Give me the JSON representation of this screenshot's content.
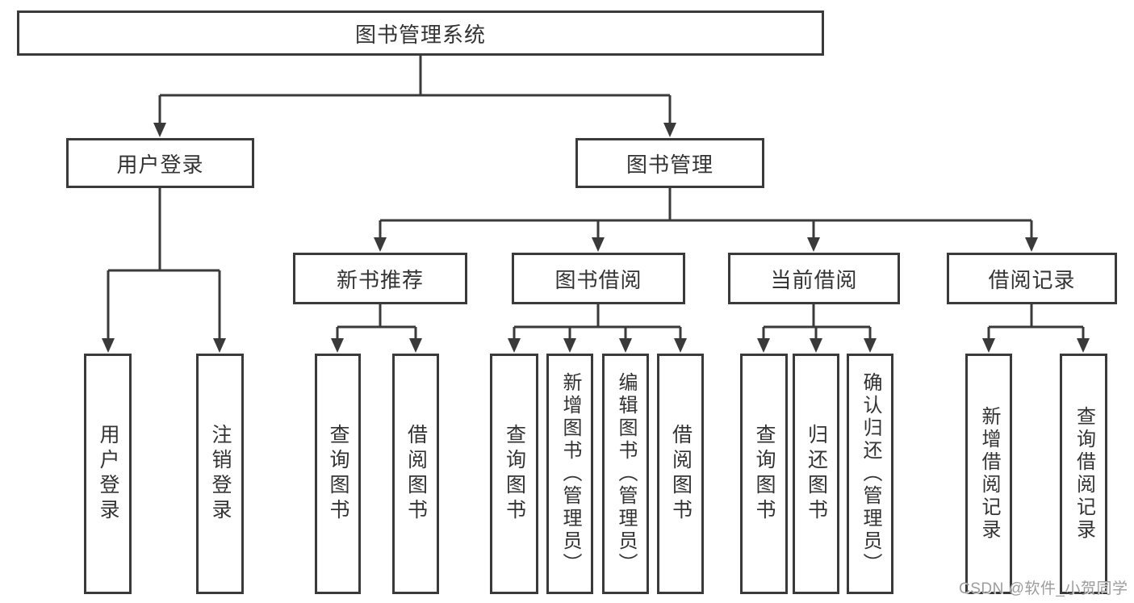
{
  "diagram_title": "图书管理系统",
  "watermark": "CSDN @软件_小贺同学",
  "colors": {
    "line": "#3a3a3a",
    "box_border": "#3a3a3a",
    "box_background": "#ffffff",
    "text": "#333333",
    "watermark": "#9c9c9c"
  },
  "nodes": {
    "root": {
      "label": "图书管理系统"
    },
    "level2": [
      {
        "label": "用户登录",
        "parent": "图书管理系统"
      },
      {
        "label": "图书管理",
        "parent": "图书管理系统"
      }
    ],
    "level3": [
      {
        "label": "新书推荐",
        "parent": "图书管理"
      },
      {
        "label": "图书借阅",
        "parent": "图书管理"
      },
      {
        "label": "当前借阅",
        "parent": "图书管理"
      },
      {
        "label": "借阅记录",
        "parent": "图书管理"
      }
    ],
    "leaves": [
      {
        "label": "用户登录",
        "parent": "用户登录"
      },
      {
        "label": "注销登录",
        "parent": "用户登录"
      },
      {
        "label": "查询图书",
        "parent": "新书推荐"
      },
      {
        "label": "借阅图书",
        "parent": "新书推荐"
      },
      {
        "label": "查询图书",
        "parent": "图书借阅"
      },
      {
        "label": "新增图书（管理员）",
        "parent": "图书借阅"
      },
      {
        "label": "编辑图书（管理员）",
        "parent": "图书借阅"
      },
      {
        "label": "借阅图书",
        "parent": "图书借阅"
      },
      {
        "label": "查询图书",
        "parent": "当前借阅"
      },
      {
        "label": "归还图书",
        "parent": "当前借阅"
      },
      {
        "label": "确认归还（管理员）",
        "parent": "当前借阅"
      },
      {
        "label": "新增借阅记录",
        "parent": "借阅记录"
      },
      {
        "label": "查询借阅记录",
        "parent": "借阅记录"
      }
    ]
  }
}
